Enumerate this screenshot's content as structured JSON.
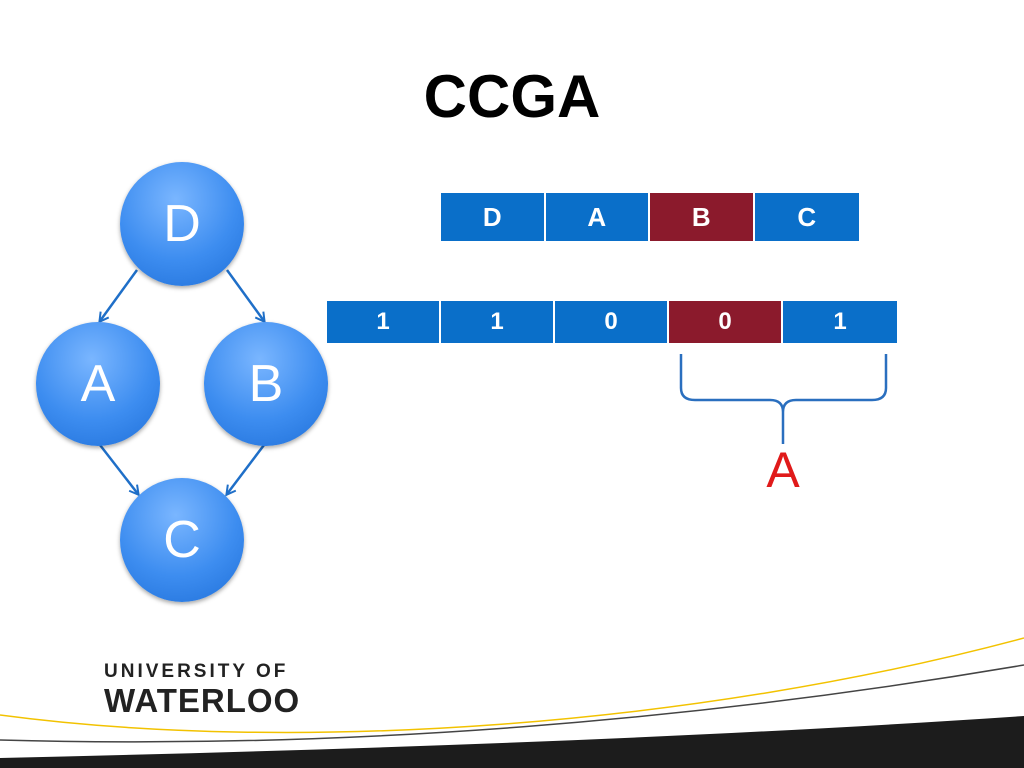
{
  "slide": {
    "title": "CCGA",
    "graph": {
      "nodes": {
        "d": "D",
        "a": "A",
        "b": "B",
        "c": "C"
      }
    },
    "order_row": [
      "D",
      "A",
      "B",
      "C"
    ],
    "order_row_highlight": 2,
    "bit_row": [
      "1",
      "1",
      "0",
      "0",
      "1"
    ],
    "bit_row_highlight": 3,
    "brace_label": "A",
    "logo": {
      "line1": "UNIVERSITY OF",
      "line2": "WATERLOO"
    }
  },
  "colors": {
    "node_blue": "#3d8df0",
    "cell_blue": "#0a6fc9",
    "cell_red": "#8b1a2c",
    "brace_label_red": "#e01a1a",
    "footer_gold": "#f2c200"
  }
}
